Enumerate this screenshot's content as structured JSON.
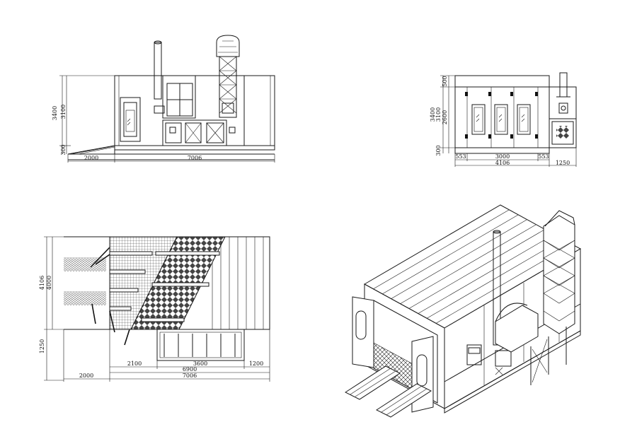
{
  "drawings": {
    "side_view": {
      "vertical_dims": [
        "3400",
        "3100",
        "300"
      ],
      "horizontal_dims": [
        "2000",
        "7006"
      ]
    },
    "front_view": {
      "vertical_dims": [
        "3400",
        "3100",
        "2600",
        "500",
        "300"
      ],
      "horizontal_dims": [
        "553",
        "3000",
        "553",
        "4106",
        "1250"
      ]
    },
    "plan_view": {
      "vertical_dims": [
        "4106",
        "4000",
        "1250"
      ],
      "horizontal_dims": [
        "2100",
        "3600",
        "1200",
        "6900",
        "2000",
        "7006"
      ]
    },
    "isometric_view": {}
  },
  "icons": {
    "side": "side-elevation-drawing",
    "front": "front-elevation-drawing",
    "plan": "plan-view-drawing",
    "iso": "isometric-drawing"
  }
}
